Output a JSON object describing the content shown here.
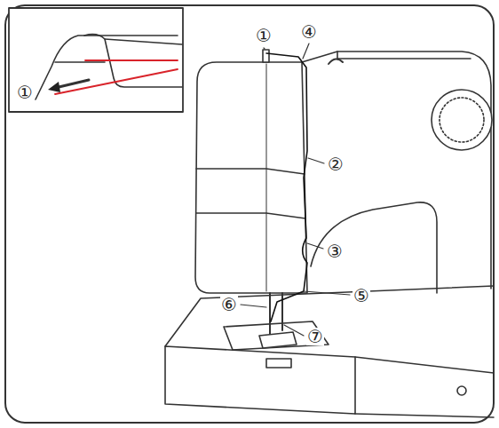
{
  "diagram": {
    "labels": [
      "①",
      "①",
      "④",
      "②",
      "③",
      "⑤",
      "⑥",
      "⑦"
    ]
  }
}
